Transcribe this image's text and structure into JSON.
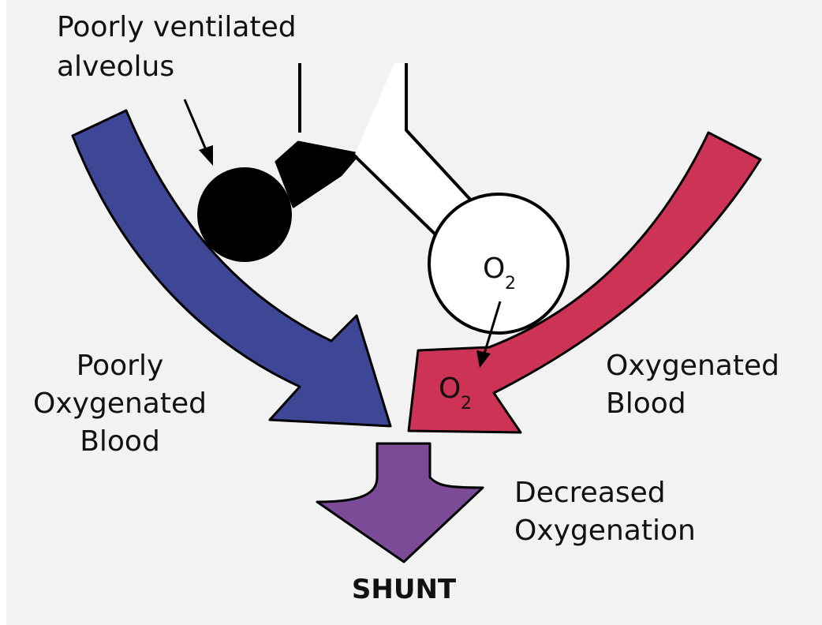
{
  "labels": {
    "alveolus_line1": "Poorly ventilated",
    "alveolus_line2": "alveolus",
    "poor_line1": "Poorly",
    "poor_line2": "Oxygenated",
    "poor_line3": "Blood",
    "oxy_line1": "Oxygenated",
    "oxy_line2": "Blood",
    "decreased_line1": "Decreased",
    "decreased_line2": "Oxygenation",
    "shunt": "SHUNT",
    "o2_main": "O",
    "o2_sub": "2"
  },
  "colors": {
    "background": "#f2f2f2",
    "deoxygenated_blood": "#3e4795",
    "oxygenated_blood": "#cc3354",
    "mixed_blood": "#7c4b97",
    "outline": "#000000",
    "poor_alveolus": "#000000",
    "healthy_alveolus": "#ffffff"
  }
}
